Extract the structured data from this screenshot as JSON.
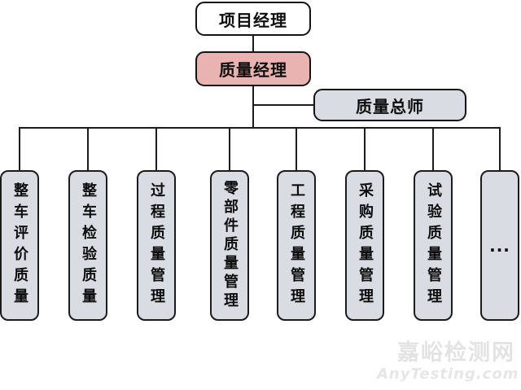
{
  "org_chart": {
    "root": {
      "label": "项目经理"
    },
    "quality_manager": {
      "label": "质量经理"
    },
    "chief_quality_engineer": {
      "label": "质量总师"
    },
    "departments": [
      {
        "label": "整车评价质量"
      },
      {
        "label": "整车检验质量"
      },
      {
        "label": "过程质量管理"
      },
      {
        "label": "零部件质量管理"
      },
      {
        "label": "工程质量管理"
      },
      {
        "label": "采购质量管理"
      },
      {
        "label": "试验质量管理"
      },
      {
        "label": "..."
      }
    ],
    "colors": {
      "root_fill": "#ffffff",
      "quality_manager_fill": "#e8b3b1",
      "node_fill": "#d9dde3",
      "border": "#1b1b1b",
      "connector": "#1b1b1b"
    }
  },
  "watermark": {
    "site_name": "嘉峪检测网",
    "site_domain": "AnyTesting.com"
  }
}
